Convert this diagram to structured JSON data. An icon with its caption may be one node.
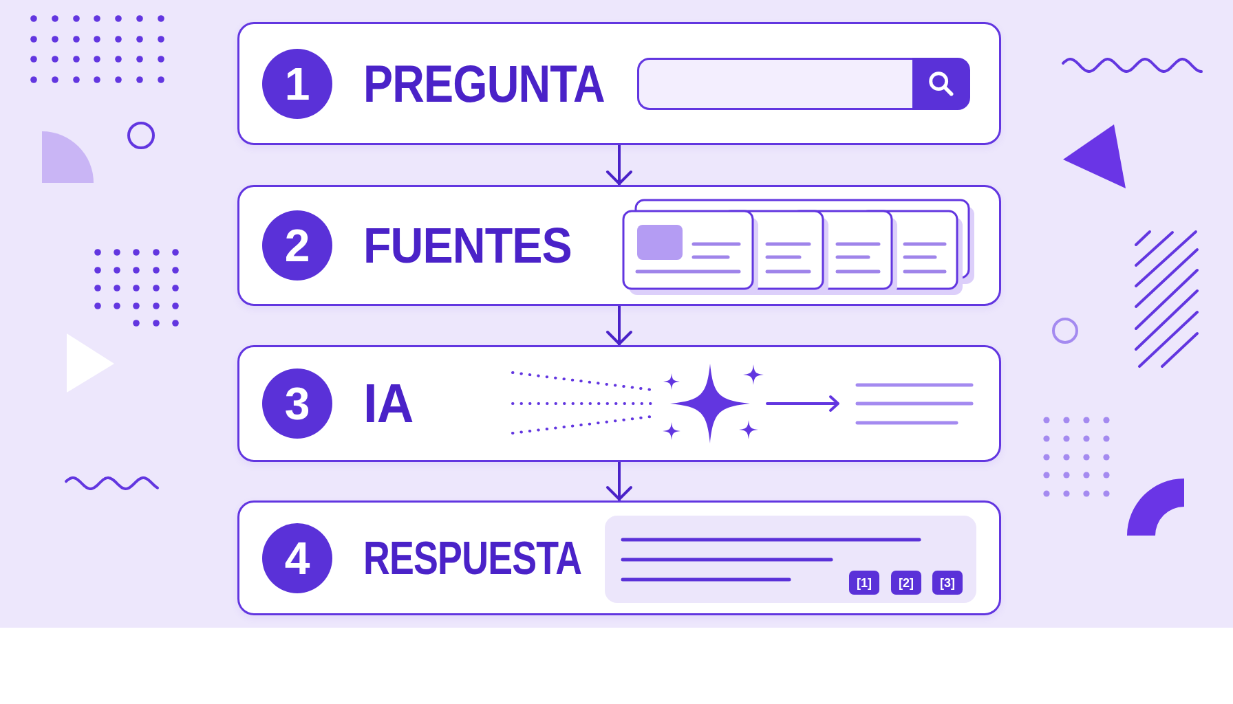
{
  "diagram": {
    "nodes": [
      {
        "text": [
          "PREGUNTA"
        ]
      },
      {
        "text": [
          "1"
        ],
        "in": 0
      },
      {
        "text": [
          "FUENTES"
        ]
      },
      {
        "text": [
          "2"
        ],
        "in": 2
      },
      {
        "text": [
          "IA"
        ]
      },
      {
        "text": [
          "3"
        ],
        "in": 4
      },
      {
        "text": [
          "RESPUESTA"
        ]
      },
      {
        "text": [
          "4"
        ],
        "in": 6
      },
      {
        "text": [
          "[1]"
        ],
        "in": 6
      },
      {
        "text": [
          "[2]"
        ],
        "in": 6
      },
      {
        "text": [
          "[3]"
        ],
        "in": 6
      }
    ],
    "edges": [
      {
        "from": 0,
        "to": 2,
        "arrow": "to"
      },
      {
        "from": 2,
        "to": 4,
        "arrow": "to"
      },
      {
        "from": 4,
        "to": 6,
        "arrow": "to"
      }
    ]
  }
}
